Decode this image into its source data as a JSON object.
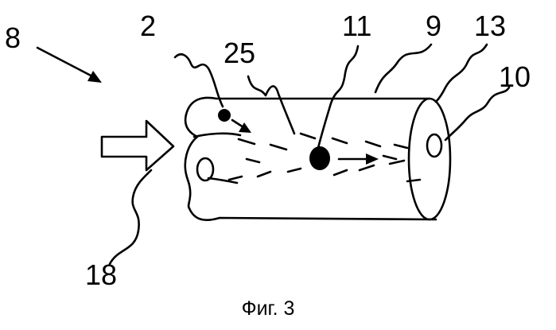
{
  "labels": {
    "device": "8",
    "particle_small": "2",
    "field": "25",
    "particle_large": "11",
    "tube": "9",
    "tube_end": "13",
    "outlet": "10",
    "inflow": "18"
  },
  "caption": "Фиг. 3"
}
